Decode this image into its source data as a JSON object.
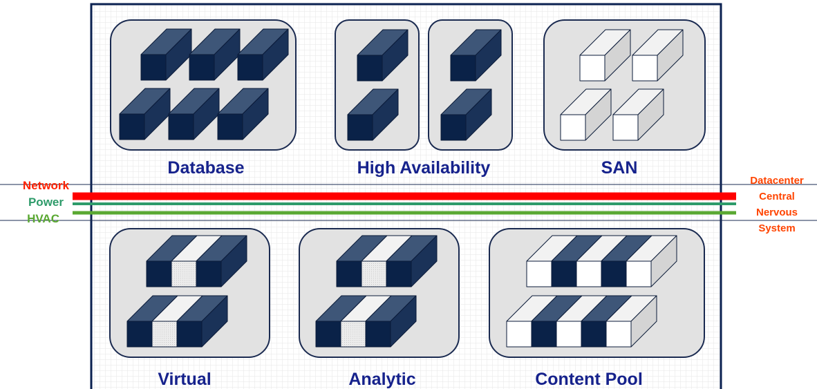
{
  "pods": {
    "database": {
      "label": "Database"
    },
    "high_availability": {
      "label": "High Availability"
    },
    "san": {
      "label": "SAN"
    },
    "virtual": {
      "label": "Virtual"
    },
    "analytic": {
      "label": "Analytic"
    },
    "content_pool": {
      "label": "Content Pool"
    }
  },
  "infrastructure": {
    "network": {
      "label": "Network",
      "color": "#ff2200"
    },
    "power": {
      "label": "Power",
      "color": "#2e9b6a"
    },
    "hvac": {
      "label": "HVAC",
      "color": "#5aa832"
    }
  },
  "central_nervous_system": {
    "lines": [
      "Datacenter",
      "Central",
      "Nervous",
      "System"
    ],
    "color": "#ff4400"
  },
  "colors": {
    "server_dark": "#0a2248",
    "server_top": "#3e5678",
    "server_side": "#1a3258",
    "server_light": "#ffffff",
    "pod_fill": "#e2e2e2",
    "frame_border": "#0a2050",
    "label_text": "#16228c"
  }
}
